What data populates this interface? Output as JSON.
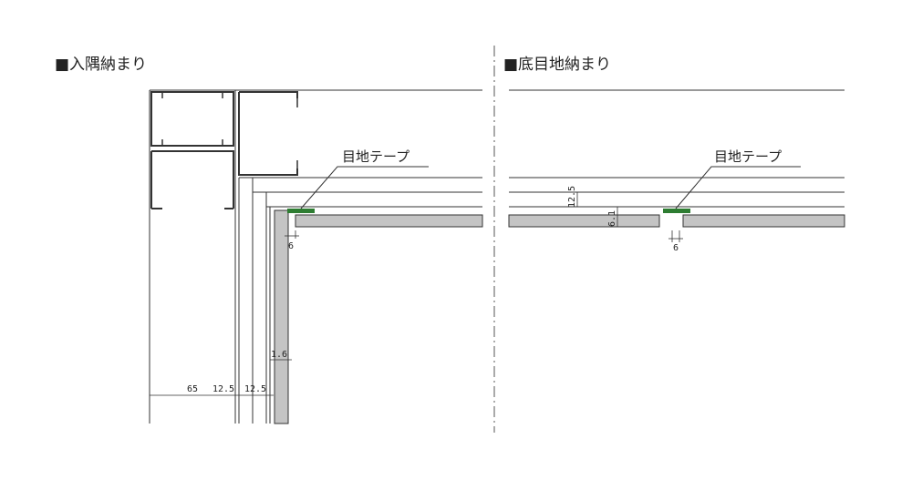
{
  "left_panel": {
    "title": "■入隅納まり",
    "callout": "目地テープ",
    "dims": {
      "gap": "6",
      "thickness": "1.6",
      "frame": "65",
      "panel_a": "12.5",
      "panel_b": "12.5"
    }
  },
  "right_panel": {
    "title": "■底目地納まり",
    "callout": "目地テープ",
    "dims": {
      "gap": "6",
      "board": "12.5",
      "depth": "6.1"
    }
  },
  "colors": {
    "line": "#333333",
    "panel_fill": "#c4c4c4",
    "tape": "#2e7d32"
  }
}
